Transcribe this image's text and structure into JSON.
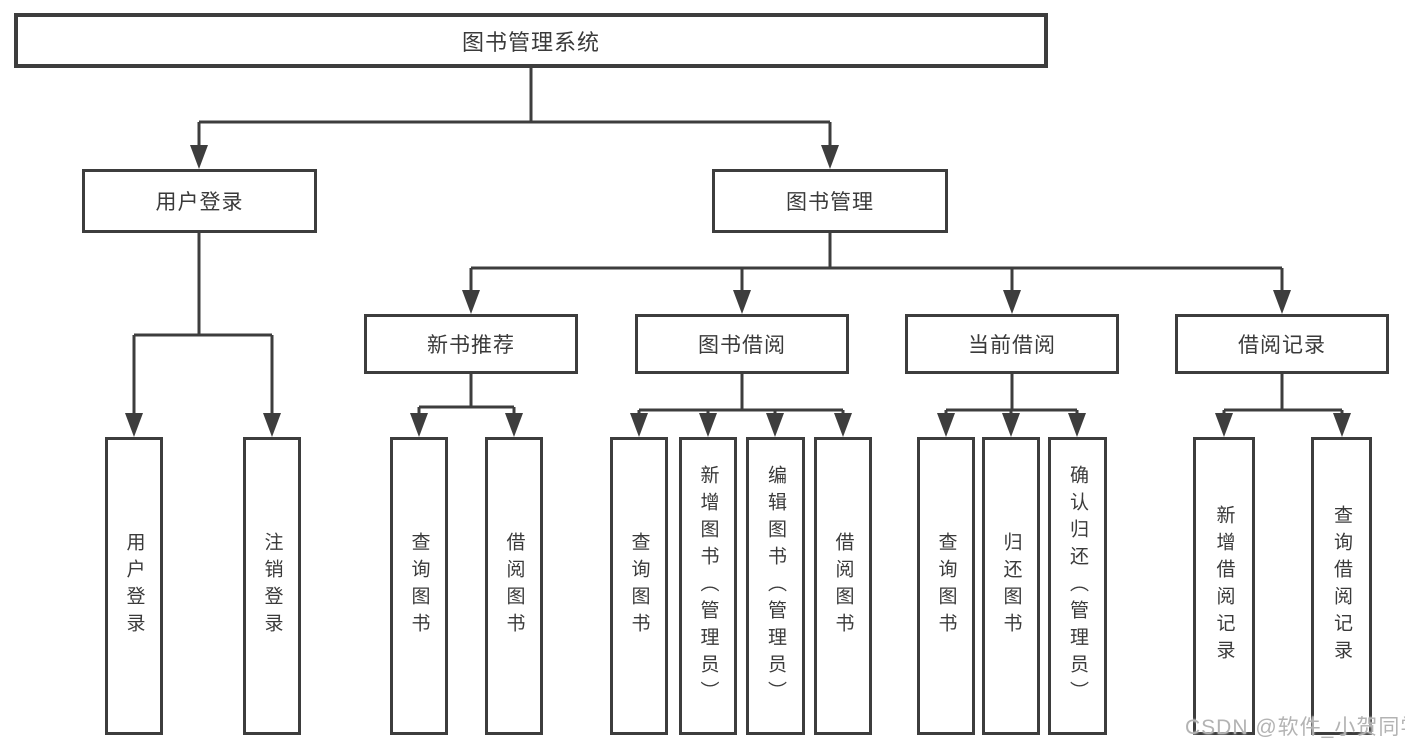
{
  "diagram": {
    "root": {
      "label": "图书管理系统"
    },
    "level2": {
      "user_login": {
        "label": "用户登录"
      },
      "book_manage": {
        "label": "图书管理"
      }
    },
    "level3": {
      "new_book": {
        "label": "新书推荐"
      },
      "book_borrow": {
        "label": "图书借阅"
      },
      "current_borrow": {
        "label": "当前借阅"
      },
      "borrow_record": {
        "label": "借阅记录"
      }
    },
    "leaves": {
      "user_login": [
        "用户登录",
        "注销登录"
      ],
      "new_book": [
        "查询图书",
        "借阅图书"
      ],
      "book_borrow": [
        "查询图书",
        "新增图书（管理员）",
        "编辑图书（管理员）",
        "借阅图书"
      ],
      "current_borrow": [
        "查询图书",
        "归还图书",
        "确认归还（管理员）"
      ],
      "borrow_record": [
        "新增借阅记录",
        "查询借阅记录"
      ]
    }
  },
  "watermark": {
    "text": "CSDN @软件_小贺同学"
  },
  "colors": {
    "line": "#3d3d3d",
    "text": "#3a3a3a",
    "watermark": "#b3b3b3",
    "background": "#ffffff"
  }
}
